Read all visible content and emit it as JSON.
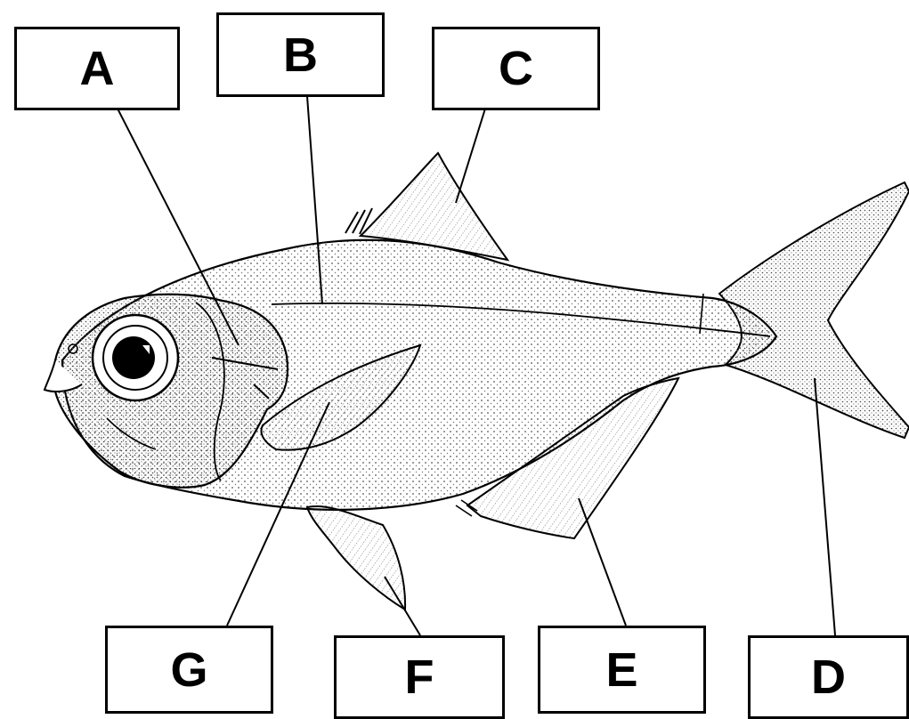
{
  "labels": {
    "A": "A",
    "B": "B",
    "C": "C",
    "D": "D",
    "E": "E",
    "F": "F",
    "G": "G"
  },
  "colors": {
    "ink": "#000000",
    "paper": "#ffffff",
    "stipple": "#6b6b6b"
  }
}
